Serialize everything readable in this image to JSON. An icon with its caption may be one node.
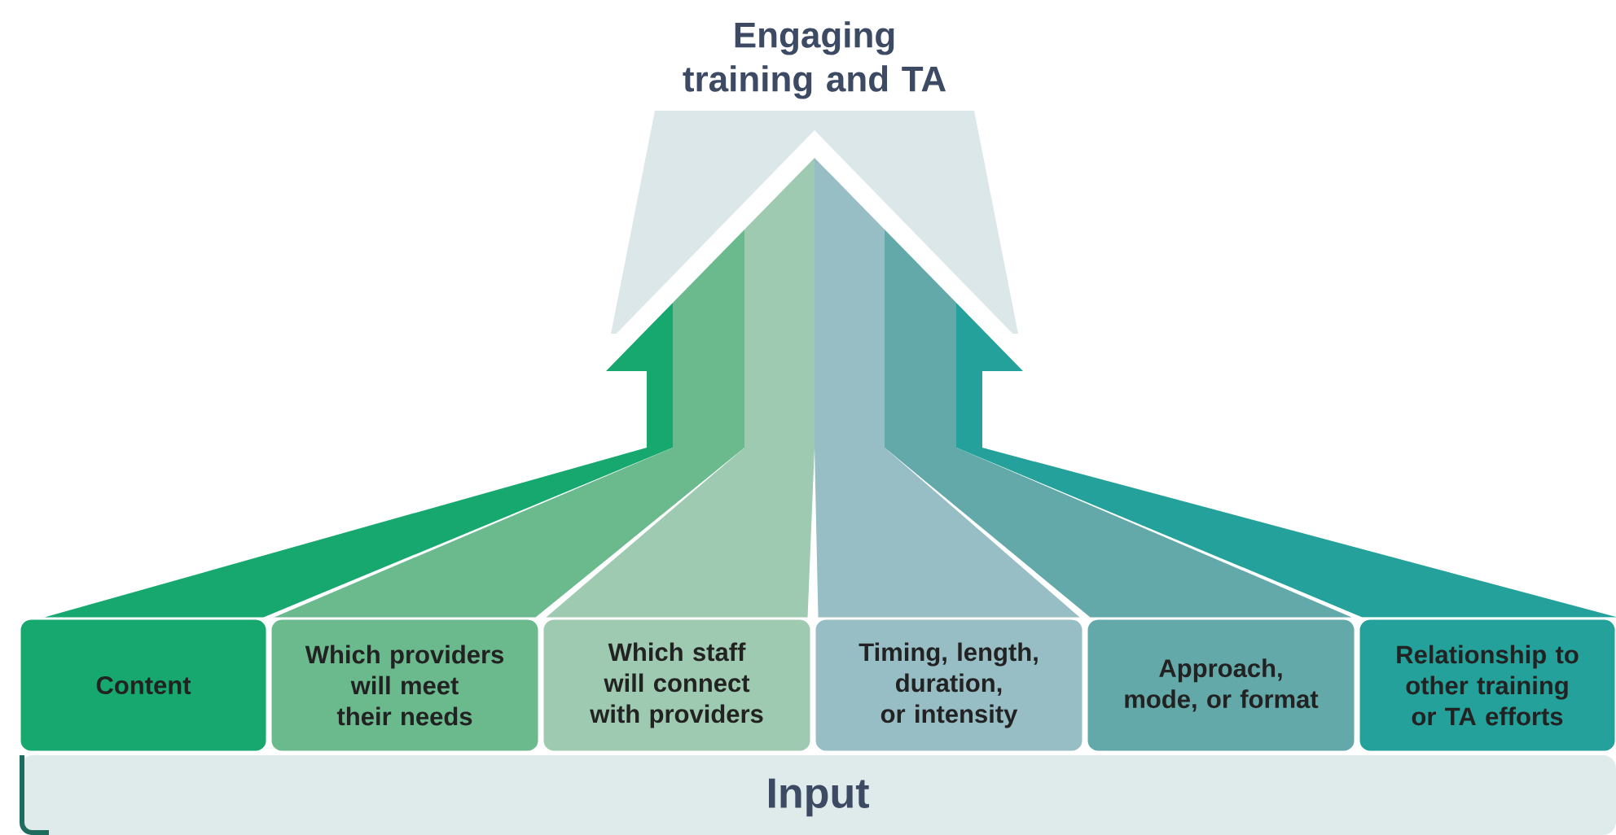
{
  "diagram": {
    "nodes": [
      {
        "text": [
          "Engaging training and TA"
        ]
      },
      {
        "text": [
          "Content"
        ]
      },
      {
        "text": [
          "Which providers will meet their needs"
        ]
      },
      {
        "text": [
          "Which staff will connect with providers"
        ]
      },
      {
        "text": [
          "Timing, length, duration, or intensity"
        ]
      },
      {
        "text": [
          "Approach, mode, or format"
        ]
      },
      {
        "text": [
          "Relationship to other training or TA efforts"
        ]
      },
      {
        "text": [
          "Input"
        ]
      }
    ]
  }
}
